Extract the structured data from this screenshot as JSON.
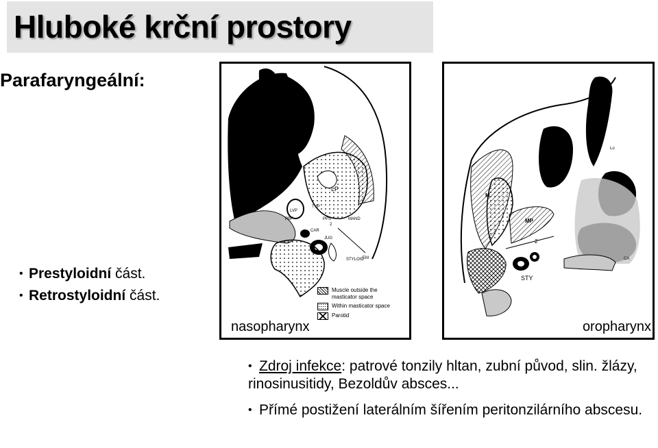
{
  "slide": {
    "title": "Hluboké krční prostory",
    "section_heading": "Parafaryngeální:",
    "left_list": [
      {
        "bold": "Prestyloidní",
        "rest": " část."
      },
      {
        "bold": "Retrostyloidní",
        "rest": " část."
      }
    ]
  },
  "figure_left": {
    "caption": "nasopharynx",
    "labels": {
      "lp": "LP",
      "lvp": "LVP",
      "tvp": "TVP",
      "pbf": "PBF",
      "pps": "PPS",
      "car": "CAR",
      "jug": "JUG",
      "styloid": "STYLOID",
      "mand": "MAND",
      "n2": "2",
      "em": "EM"
    },
    "legend": [
      {
        "swatch": "hatch",
        "text": "Muscle outside the masticator space"
      },
      {
        "swatch": "dots",
        "text": "Within masticator space"
      },
      {
        "swatch": "cross",
        "text": "Parotid"
      }
    ]
  },
  "figure_right": {
    "caption": "oropharynx",
    "labels": {
      "m": "M",
      "mp": "MP",
      "sty": "STY",
      "n2": "2",
      "lo": "Lo",
      "ca": "CA"
    }
  },
  "bottom_list": [
    {
      "underlined": "Zdroj infekce",
      "rest": ": patrové tonzily hltan, zubní původ, slin. žlázy, rinosinusitidy, Bezoldův absces..."
    },
    {
      "underlined": "",
      "rest": "Přímé postižení laterálním šířením peritonzilárního abscesu."
    }
  ]
}
